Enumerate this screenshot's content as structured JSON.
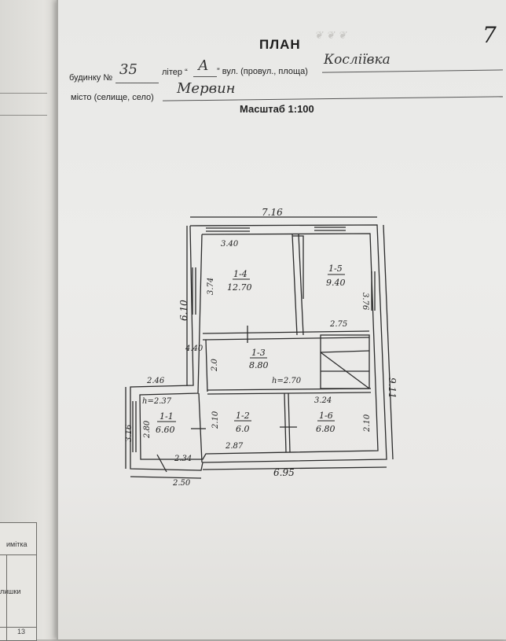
{
  "header": {
    "title": "ПЛАН",
    "corner_number": "7",
    "building_label": "будинку №",
    "building_number": "35",
    "liter_label": "літер “",
    "liter_value": "А",
    "street_label": "” вул. (провул., площа)",
    "street_value": "Косліївка",
    "city_label": "місто (селище, село)",
    "city_value": "Мервин",
    "scale_text": "Масштаб  1:100"
  },
  "plan": {
    "overall_width": "7.16",
    "bottom_width": "6.95",
    "right_height": "9.11",
    "left_upper_height": "6.10",
    "rooms": [
      {
        "id": "1-1",
        "area": "6.60"
      },
      {
        "id": "1-2",
        "area": "6.0"
      },
      {
        "id": "1-3",
        "area": "8.80"
      },
      {
        "id": "1-4",
        "area": "12.70"
      },
      {
        "id": "1-5",
        "area": "9.40"
      },
      {
        "id": "1-6",
        "area": "6.80"
      }
    ],
    "dims": {
      "d_3_40": "3.40",
      "d_3_74": "3.74",
      "d_3_76": "3.76",
      "d_2_75": "2.75",
      "d_4_40": "4.40",
      "d_2_0": "2.0",
      "h_2_70": "h=2.70",
      "d_3_24": "3.24",
      "d_2_46": "2.46",
      "h_2_37": "h=2.37",
      "d_2_10_left": "2.10",
      "d_2_10_right": "2.10",
      "d_3_16": "3.16",
      "d_2_80": "2.80",
      "d_2_87": "2.87",
      "d_2_34": "2.34",
      "d_2_50": "2.50"
    }
  },
  "stamp_table": {
    "row1": "имітка",
    "row2": "лишки",
    "page_number": "13"
  }
}
